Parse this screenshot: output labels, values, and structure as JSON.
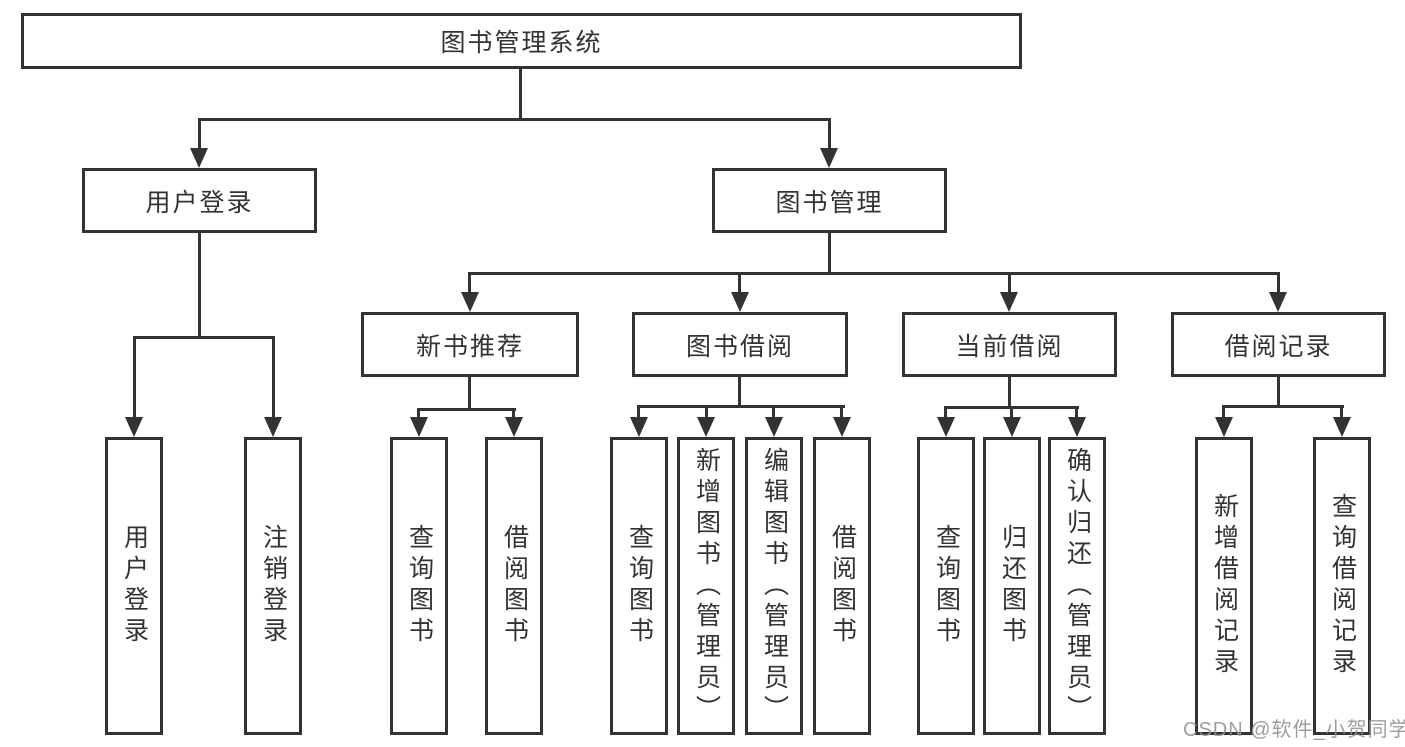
{
  "colors": {
    "line": "#333333",
    "box_border": "#333333",
    "text": "#333333",
    "background": "#ffffff",
    "watermark": "#949494"
  },
  "tree": {
    "root": "图书管理系统",
    "level2": [
      {
        "label": "用户登录",
        "children": [
          "用户登录",
          "注销登录"
        ]
      },
      {
        "label": "图书管理",
        "children": [
          {
            "label": "新书推荐",
            "children": [
              "查询图书",
              "借阅图书"
            ]
          },
          {
            "label": "图书借阅",
            "children": [
              "查询图书",
              "新增图书（管理员）",
              "编辑图书（管理员）",
              "借阅图书"
            ]
          },
          {
            "label": "当前借阅",
            "children": [
              "查询图书",
              "归还图书",
              "确认归还（管理员）"
            ]
          },
          {
            "label": "借阅记录",
            "children": [
              "新增借阅记录",
              "查询借阅记录"
            ]
          }
        ]
      }
    ]
  },
  "watermark": "CSDN @软件_小贺同学"
}
